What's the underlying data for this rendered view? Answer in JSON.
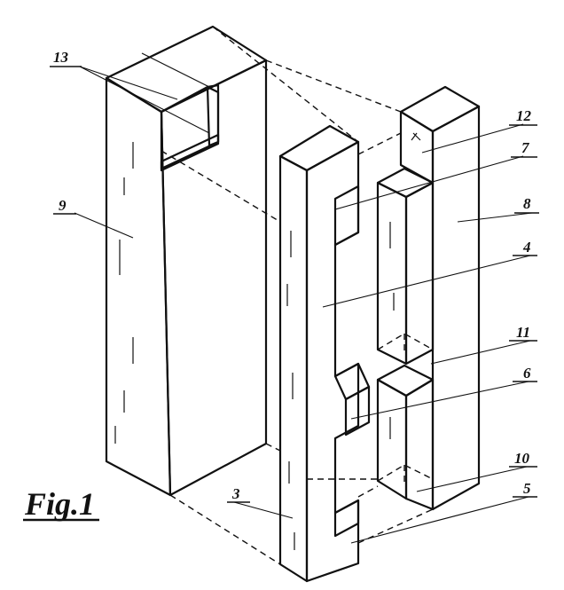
{
  "figure": {
    "caption": "Fig.1",
    "labels": {
      "l3": "3",
      "l4": "4",
      "l5": "5",
      "l6": "6",
      "l7": "7",
      "l8": "8",
      "l9": "9",
      "l10": "10",
      "l11": "11",
      "l12": "12",
      "l13": "13"
    }
  }
}
